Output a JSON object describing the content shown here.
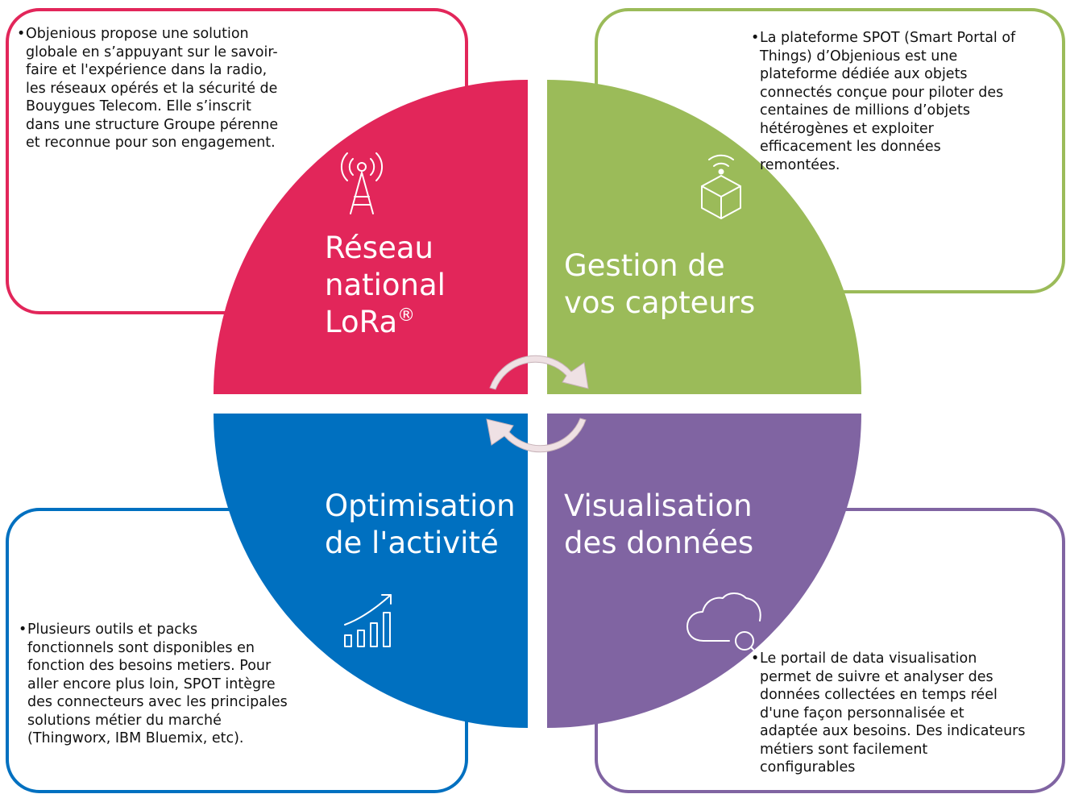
{
  "colors": {
    "reseau": "#e2265a",
    "gestion": "#9bbb59",
    "visualisation": "#8064a2",
    "optimisation": "#0070c0",
    "arrow": "#efe1e4"
  },
  "quadrants": {
    "top_left": {
      "label": "Réseau national LoRa",
      "line1": "Réseau",
      "line2": "national",
      "line3": "LoRa",
      "mark": "®",
      "icon": "antenna-icon"
    },
    "top_right": {
      "label": "Gestion de vos capteurs",
      "line1": "Gestion de",
      "line2": "vos capteurs",
      "icon": "connected-box-icon"
    },
    "bottom_left": {
      "label": "Optimisation de l'activité",
      "line1": "Optimisation",
      "line2": "de l'activité",
      "icon": "growth-chart-icon"
    },
    "bottom_right": {
      "label": "Visualisation des données",
      "line1": "Visualisation",
      "line2": "des données",
      "icon": "cloud-search-icon"
    }
  },
  "notes": {
    "top_left": {
      "bullet": "•",
      "lines": [
        "Objenious propose une solution",
        "globale en s’appuyant sur le savoir-",
        "faire et l'expérience dans la radio,",
        "les réseaux opérés et la sécurité de",
        "Bouygues Telecom. Elle s’inscrit",
        "dans une structure Groupe pérenne",
        "et reconnue pour son engagement."
      ]
    },
    "top_right": {
      "bullet": "•",
      "lines": [
        "La plateforme SPOT (Smart Portal of",
        "Things) d’Objenious est une",
        "plateforme dédiée aux objets",
        "connectés conçue pour piloter des",
        "centaines de millions d’objets",
        "hétérogènes et exploiter",
        "efficacement les données",
        "remontées."
      ]
    },
    "bottom_left": {
      "bullet": "•",
      "lines": [
        "Plusieurs outils et packs",
        "fonctionnels sont disponibles en",
        "fonction des besoins metiers.  Pour",
        "aller encore plus loin, SPOT intègre",
        "des connecteurs avec les principales",
        "solutions métier du marché",
        "(Thingworx, IBM Bluemix, etc)."
      ]
    },
    "bottom_right": {
      "bullet": "•",
      "lines": [
        "Le portail de data visualisation",
        "permet de suivre et analyser des",
        "données collectées en temps réel",
        "d'une façon personnalisée et",
        "adaptée aux besoins. Des indicateurs",
        "métiers sont facilement",
        "configurables"
      ]
    }
  }
}
